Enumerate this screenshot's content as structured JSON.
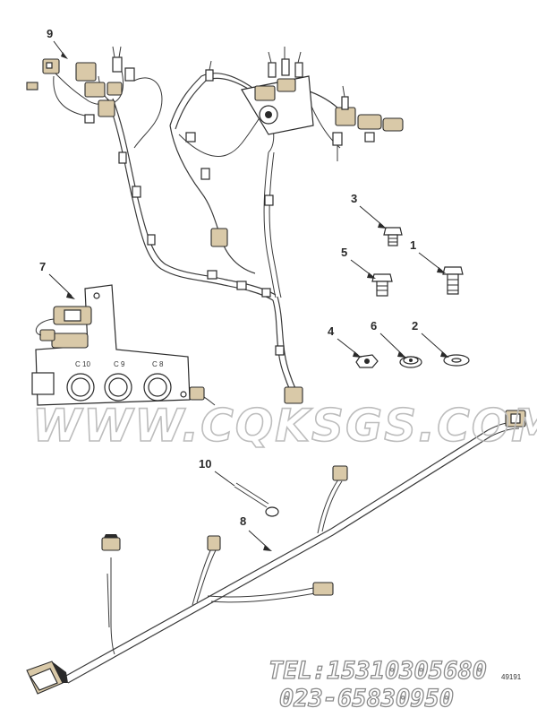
{
  "callouts": {
    "c1": "1",
    "c2": "2",
    "c3": "3",
    "c4": "4",
    "c5": "5",
    "c6": "6",
    "c7": "7",
    "c8": "8",
    "c9": "9",
    "c10": "10"
  },
  "bracket_labels": {
    "c10": "C 10",
    "c9": "C 9",
    "c8": "C 8"
  },
  "watermark": "WWW.CQKSGS.COM",
  "contact": {
    "tel": "TEL:15310305680",
    "phone": "023-65830950"
  },
  "figure_code": "49191"
}
